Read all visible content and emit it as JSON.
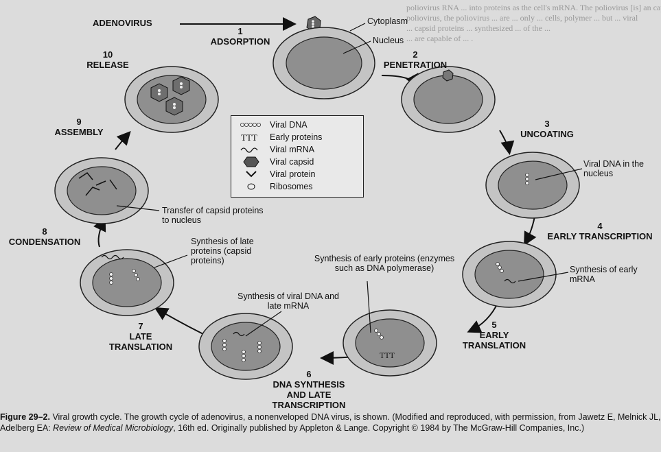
{
  "background_text": [
    "poliovirus RNA ... into proteins as the cell's mRNA. The poliovirus [is] an capsid protein",
    "poliovirus, the poliovirus ... are ... only ... cells, polymer ... but ... viral",
    "... capsid proteins ... synthesized ... of the ...",
    "... are capable of ... ."
  ],
  "stages": [
    {
      "num": "1",
      "label": "ADSORPTION"
    },
    {
      "num": "2",
      "label": "PENETRATION"
    },
    {
      "num": "3",
      "label": "UNCOATING"
    },
    {
      "num": "4",
      "label": "EARLY TRANSCRIPTION"
    },
    {
      "num": "5",
      "label": "EARLY TRANSLATION"
    },
    {
      "num": "6",
      "label": "DNA SYNTHESIS AND LATE TRANSCRIPTION"
    },
    {
      "num": "7",
      "label": "LATE TRANSLATION"
    },
    {
      "num": "8",
      "label": "CONDENSATION"
    },
    {
      "num": "9",
      "label": "ASSEMBLY"
    },
    {
      "num": "10",
      "label": "RELEASE"
    }
  ],
  "labels": {
    "adenovirus": "ADENOVIRUS",
    "cytoplasm": "Cytoplasm",
    "nucleus": "Nucleus",
    "viral_dna_nucleus": "Viral DNA in the nucleus",
    "synthesis_early_mrna": "Synthesis of early mRNA",
    "synthesis_early_proteins": "Synthesis of early proteins (enzymes such as DNA polymerase)",
    "synthesis_viral_dna": "Synthesis of viral DNA and late mRNA",
    "synthesis_late_proteins": "Synthesis of late proteins (capsid proteins)",
    "transfer_capsid": "Transfer of capsid proteins to nucleus"
  },
  "legend": [
    {
      "icon": "viral-dna-icon",
      "label": "Viral DNA"
    },
    {
      "icon": "early-proteins-icon",
      "label": "Early proteins"
    },
    {
      "icon": "viral-mrna-icon",
      "label": "Viral mRNA"
    },
    {
      "icon": "viral-capsid-icon",
      "label": "Viral capsid"
    },
    {
      "icon": "viral-protein-icon",
      "label": "Viral protein"
    },
    {
      "icon": "ribosome-icon",
      "label": "Ribosomes"
    }
  ],
  "caption": {
    "figure": "Figure 29–2.",
    "part1": "Viral growth cycle. The growth cycle of adenovirus, a nonenveloped DNA virus, is shown. (Modified and reproduced, with permission, from Jawetz E, Melnick JL, Adelberg EA:",
    "book": "Review of Medical Microbiology",
    "part2": ", 16th ed. Originally published by Appleton & Lange. Copyright © 1984 by The McGraw-Hill Companies, Inc.)"
  },
  "colors": {
    "cell_ring": "#bdbdbd",
    "nucleus": "#8a8a8a",
    "background": "#dcdcdc"
  }
}
